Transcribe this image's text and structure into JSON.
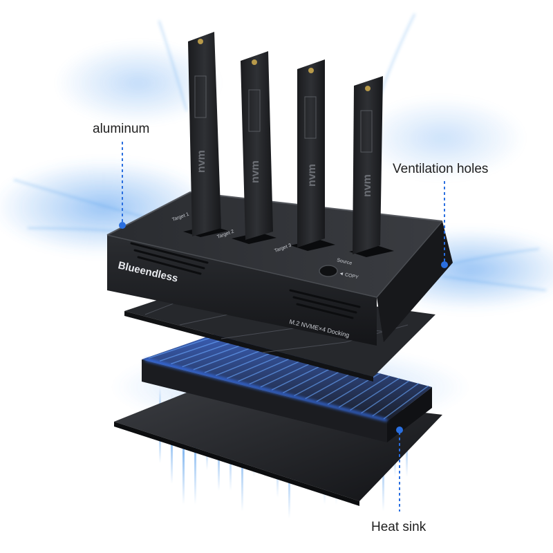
{
  "callouts": {
    "aluminum": "aluminum",
    "ventilation": "Ventilation holes",
    "heatsink": "Heat sink"
  },
  "dock": {
    "brand": "Blueendless",
    "model": "M.2 NVME×4 Docking",
    "source_label": "Source",
    "copy_label": "◄ COPY",
    "target_labels": [
      "Target 1",
      "Target 2",
      "Target 3"
    ],
    "drive_logo": "nvm"
  },
  "colors": {
    "airflow": "#3d8fe8",
    "leader": "#2a6fe0",
    "glow": "#2f6bff",
    "dock_body": "#1d1f23"
  }
}
